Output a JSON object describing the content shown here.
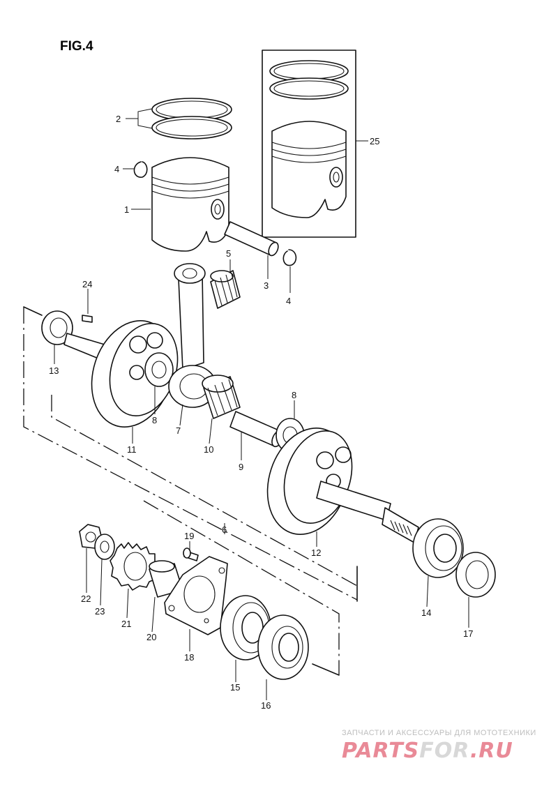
{
  "figure_title": "FIG.4",
  "watermark": {
    "tagline": "ЗАПЧАСТИ И АКСЕССУАРЫ ДЛЯ МОТОТЕХНИКИ",
    "logo_part1": "PARTS",
    "logo_part2": "FOR",
    "logo_part3": ".RU",
    "colors": {
      "primary": "#e98a97",
      "secondary": "#d8d8d8"
    }
  },
  "callouts": [
    {
      "id": "callout-1",
      "number": "1"
    },
    {
      "id": "callout-2",
      "number": "2"
    },
    {
      "id": "callout-3",
      "number": "3"
    },
    {
      "id": "callout-4a",
      "number": "4"
    },
    {
      "id": "callout-4b",
      "number": "4"
    },
    {
      "id": "callout-5",
      "number": "5"
    },
    {
      "id": "callout-6",
      "number": "6"
    },
    {
      "id": "callout-7",
      "number": "7"
    },
    {
      "id": "callout-8a",
      "number": "8"
    },
    {
      "id": "callout-8b",
      "number": "8"
    },
    {
      "id": "callout-9",
      "number": "9"
    },
    {
      "id": "callout-10",
      "number": "10"
    },
    {
      "id": "callout-11",
      "number": "11"
    },
    {
      "id": "callout-12",
      "number": "12"
    },
    {
      "id": "callout-13",
      "number": "13"
    },
    {
      "id": "callout-14",
      "number": "14"
    },
    {
      "id": "callout-15",
      "number": "15"
    },
    {
      "id": "callout-16",
      "number": "16"
    },
    {
      "id": "callout-17",
      "number": "17"
    },
    {
      "id": "callout-18",
      "number": "18"
    },
    {
      "id": "callout-19",
      "number": "19"
    },
    {
      "id": "callout-20",
      "number": "20"
    },
    {
      "id": "callout-21",
      "number": "21"
    },
    {
      "id": "callout-22",
      "number": "22"
    },
    {
      "id": "callout-23",
      "number": "23"
    },
    {
      "id": "callout-24",
      "number": "24"
    },
    {
      "id": "callout-25",
      "number": "25"
    }
  ]
}
